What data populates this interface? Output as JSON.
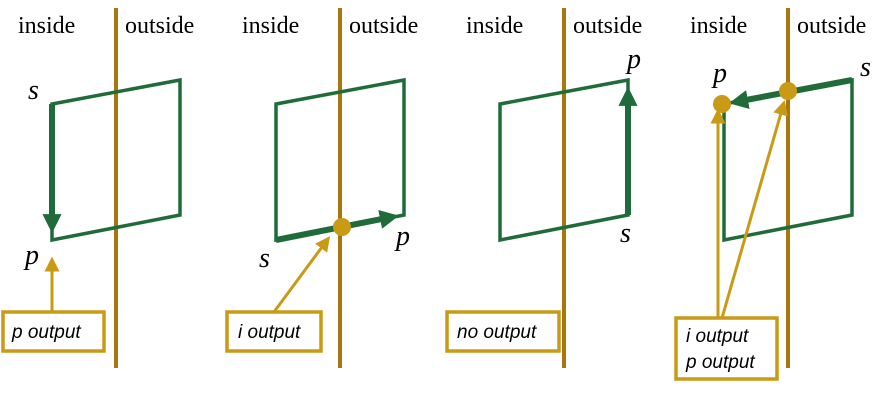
{
  "colors": {
    "clip_line": "#A8760E",
    "polygon": "#1F6B3A",
    "highlight": "#C99A15",
    "text": "#000000"
  },
  "panels": [
    {
      "id": "case1",
      "inside_label": "inside",
      "outside_label": "outside",
      "s_label": "s",
      "p_label": "p",
      "output_lines": [
        "p output"
      ]
    },
    {
      "id": "case2",
      "inside_label": "inside",
      "outside_label": "outside",
      "s_label": "s",
      "p_label": "p",
      "output_lines": [
        "i output"
      ]
    },
    {
      "id": "case3",
      "inside_label": "inside",
      "outside_label": "outside",
      "s_label": "s",
      "p_label": "p",
      "output_lines": [
        "no output"
      ]
    },
    {
      "id": "case4",
      "inside_label": "inside",
      "outside_label": "outside",
      "s_label": "s",
      "p_label": "p",
      "output_lines": [
        "i output",
        "p output"
      ]
    }
  ]
}
